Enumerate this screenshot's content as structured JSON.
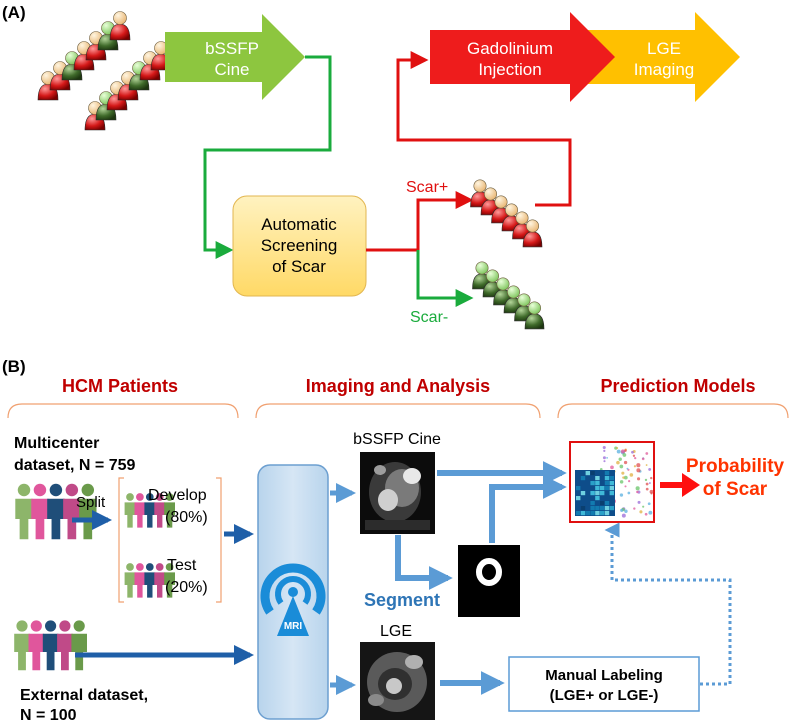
{
  "panelA": {
    "label": "(A)",
    "cine_label_1": "bSSFP",
    "cine_label_2": "Cine",
    "gad_label_1": "Gadolinium",
    "gad_label_2": "Injection",
    "lge_label_1": "LGE",
    "lge_label_2": "Imaging",
    "screen_label_1": "Automatic",
    "screen_label_2": "Screening",
    "screen_label_3": "of Scar",
    "scar_pos": "Scar+",
    "scar_neg": "Scar-"
  },
  "panelB": {
    "label": "(B)",
    "section_hcm": "HCM Patients",
    "section_imaging": "Imaging and Analysis",
    "section_models": "Prediction Models",
    "multicenter_1": "Multicenter",
    "multicenter_2": "dataset, N = 759",
    "split": "Split",
    "develop_1": "Develop",
    "develop_2": "(80%)",
    "test_1": "Test",
    "test_2": "(20%)",
    "external_1": "External dataset,",
    "external_2": "N = 100",
    "mri": "MRI",
    "cine_title": "bSSFP Cine",
    "lge_title": "LGE",
    "segment": "Segment",
    "probability_1": "Probability",
    "probability_2": "of Scar",
    "manual_1": "Manual Labeling",
    "manual_2": "(LGE+ or LGE-)"
  },
  "colors": {
    "green_arrow": "#8dc63f",
    "red_arrow": "#ee1c1c",
    "orange_arrow": "#ffc000",
    "screen_box": "#ffe699",
    "section_title": "#c00000",
    "segment_blue": "#2e75b6",
    "flow_blue": "#5b9bd5",
    "probability": "#ff3300"
  }
}
